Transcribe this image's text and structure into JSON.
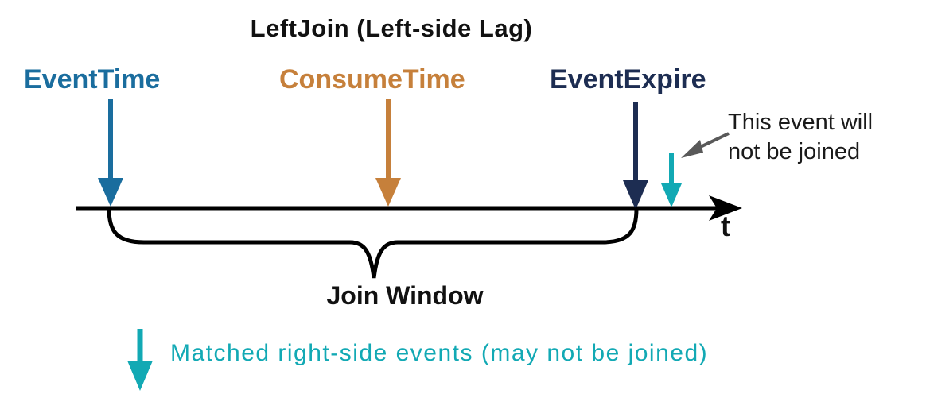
{
  "title": "LeftJoin (Left-side Lag)",
  "markers": [
    {
      "id": "event-time",
      "label": "EventTime",
      "color": "#1a6d9e"
    },
    {
      "id": "consume-time",
      "label": "ConsumeTime",
      "color": "#c6803b"
    },
    {
      "id": "event-expire",
      "label": "EventExpire",
      "color": "#1d2d52"
    }
  ],
  "annotation": {
    "lines": [
      "This event will",
      "not be joined"
    ],
    "pointer_color": "#595959"
  },
  "axis": {
    "label": "t",
    "color": "#000000"
  },
  "brace_label": "Join Window",
  "unjoined_event_color": "#12a9b4",
  "legend": {
    "text": "Matched right-side events (may not be joined)",
    "color": "#12a9b4"
  }
}
